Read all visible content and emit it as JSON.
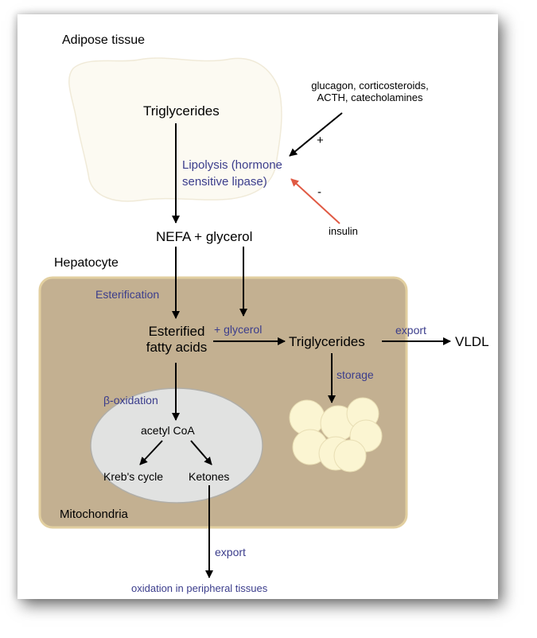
{
  "labels": {
    "adipose_tissue": "Adipose tissue",
    "triglycerides_adipose": "Triglycerides",
    "hormones_line1": "glucagon, corticosteroids,",
    "hormones_line2": "ACTH, catecholamines",
    "plus_sign": "+",
    "minus_sign": "-",
    "lipolysis_line1": "Lipolysis (hormone",
    "lipolysis_line2": "sensitive lipase)",
    "insulin": "insulin",
    "nefa_glycerol": "NEFA + glycerol",
    "hepatocyte": "Hepatocyte",
    "esterification": "Esterification",
    "esterified_line1": "Esterified",
    "esterified_line2": "fatty acids",
    "plus_glycerol": "+ glycerol",
    "triglycerides_liver": "Triglycerides",
    "export_vldl": "export",
    "vldl": "VLDL",
    "storage": "storage",
    "beta_oxidation": "β-oxidation",
    "acetyl_coa": "acetyl CoA",
    "krebs_cycle": "Kreb's cycle",
    "ketones": "Ketones",
    "mitochondria": "Mitochondria",
    "export_ketones": "export",
    "oxidation_peripheral": "oxidation in peripheral tissues"
  },
  "colors": {
    "hepatocyte_fill": "#c3b091",
    "hepatocyte_border": "#e2cfa0",
    "mitochondria_fill": "#e1e2e1",
    "adipose_fill": "#fcfaf2",
    "fat_droplet": "#fbf5d2",
    "label_blue": "#3b3d8c",
    "inhibition_arrow": "#e05a44",
    "arrow_black": "#000000"
  }
}
